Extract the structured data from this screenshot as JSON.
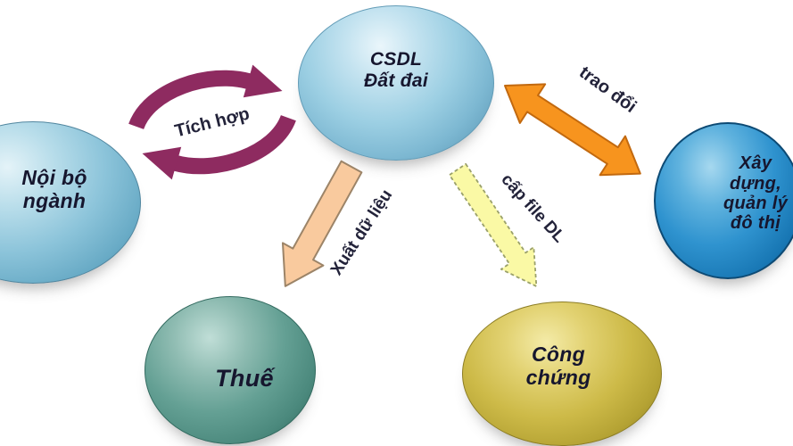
{
  "nodes": {
    "csdl": {
      "lines": [
        "CSDL",
        "Đất đai"
      ],
      "color": "#9ccfe3"
    },
    "noi_bo": {
      "lines": [
        "Nội bộ",
        "ngành"
      ],
      "color": "#8cc4da"
    },
    "xay_dung": {
      "lines": [
        "Xây",
        "dựng,",
        "quản lý",
        "đô thị"
      ],
      "color": "#2f93cf"
    },
    "thue": {
      "lines": [
        "Thuế"
      ],
      "color": "#64a094"
    },
    "cong_chung": {
      "lines": [
        "Công",
        "chứng"
      ],
      "color": "#cdba48"
    }
  },
  "edges": {
    "tich_hop": {
      "label": "Tích hợp",
      "type": "cycle",
      "color": "#8E2B60",
      "between": [
        "noi_bo",
        "csdl"
      ]
    },
    "trao_doi": {
      "label": "trao đổi",
      "type": "double-arrow",
      "color": "#F7941E",
      "between": [
        "csdl",
        "xay_dung"
      ]
    },
    "xuat_du_lieu": {
      "label": "Xuất dữ liệu",
      "type": "arrow",
      "color": "#F9CA9E",
      "between": [
        "csdl",
        "thue"
      ]
    },
    "cap_file_dl": {
      "label": "cấp file DL",
      "type": "dashed-arrow",
      "color": "#FAF9A5",
      "between": [
        "csdl",
        "cong_chung"
      ]
    }
  },
  "text_color": "#16162e",
  "background": "#ffffff"
}
